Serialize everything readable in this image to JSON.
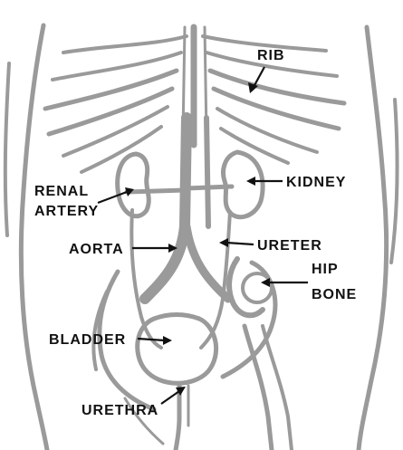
{
  "colors": {
    "anatomy_stroke": "#9a9a9a",
    "label_text": "#111111",
    "background": "#ffffff"
  },
  "labels": {
    "rib": "RIB",
    "kidney": "KIDNEY",
    "renal_artery_line1": "RENAL",
    "renal_artery_line2": "ARTERY",
    "aorta": "AORTA",
    "ureter": "URETER",
    "hip_bone_line1": "HIP",
    "hip_bone_line2": "BONE",
    "bladder": "BLADDER",
    "urethra": "URETHRA"
  }
}
